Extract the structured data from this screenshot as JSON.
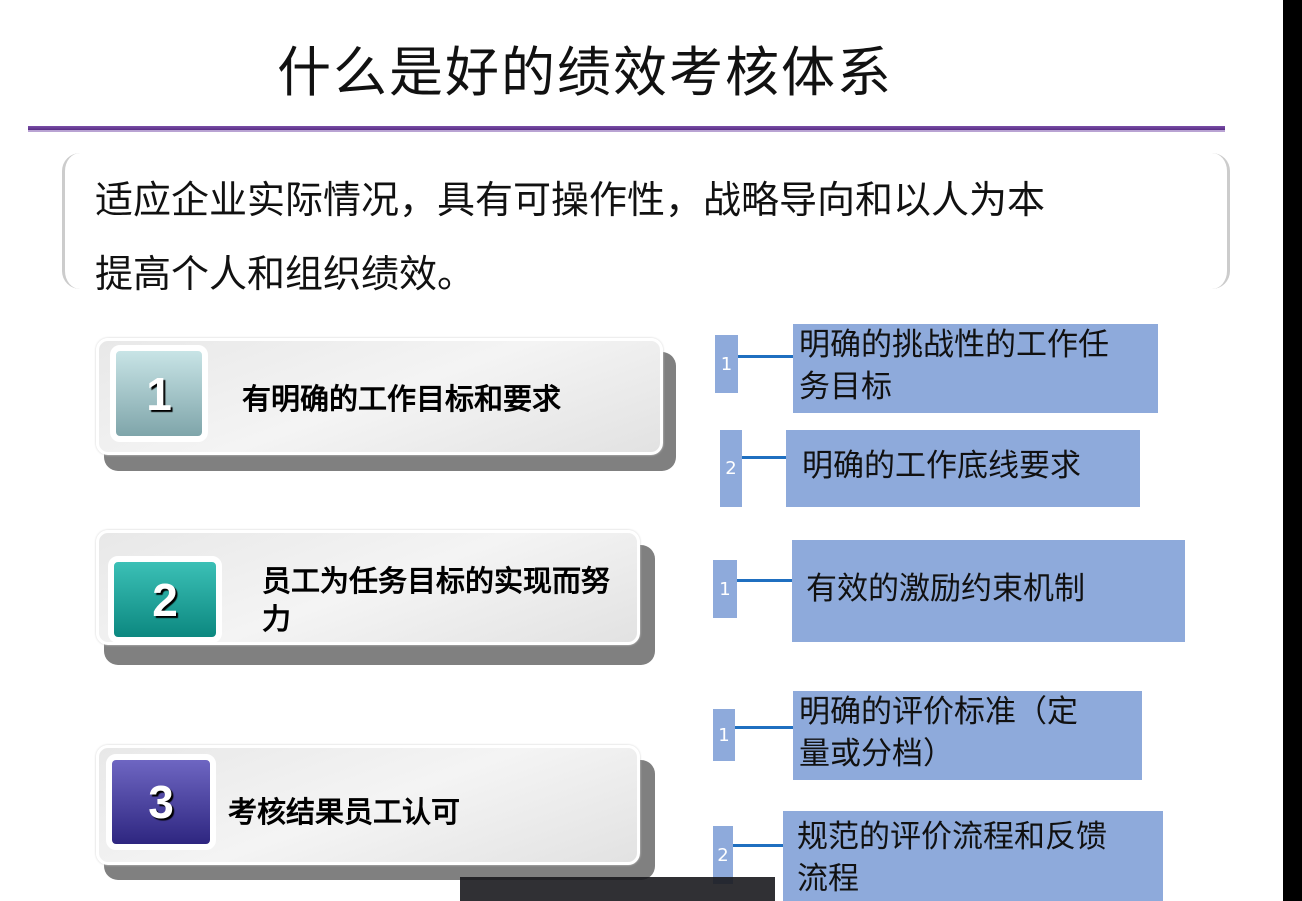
{
  "title": "什么是好的绩效考核体系",
  "intro": [
    "适应企业实际情况，具有可操作性，战略导向和以人为本",
    "提高个人和组织绩效。"
  ],
  "items": [
    {
      "number": "1",
      "label": "有明确的工作目标和要求",
      "color": "#9cc4c8",
      "details": [
        {
          "index": "1",
          "text": "明确的挑战性的工作任务目标"
        },
        {
          "index": "2",
          "text": "明确的工作底线要求"
        }
      ]
    },
    {
      "number": "2",
      "label": "员工为任务目标的实现而努力",
      "color": "#1aa39a",
      "details": [
        {
          "index": "1",
          "text": "有效的激励约束机制"
        }
      ]
    },
    {
      "number": "3",
      "label": "考核结果员工认可",
      "color": "#4a3f9a",
      "details": [
        {
          "index": "1",
          "text": "明确的评价标准（定量或分档）"
        },
        {
          "index": "2",
          "text": "规范的评价流程和反馈流程"
        }
      ]
    }
  ]
}
